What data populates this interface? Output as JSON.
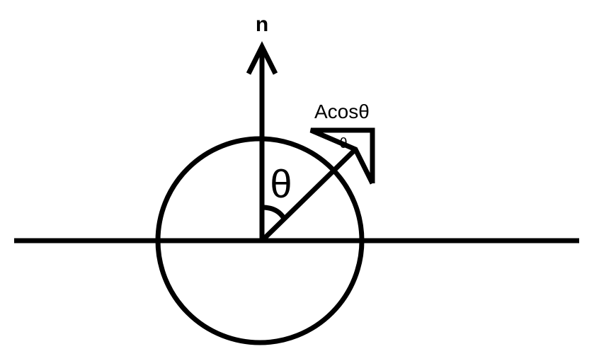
{
  "labels": {
    "normal": "n",
    "angle": "θ",
    "projection": "Acosθ",
    "small_angle": "θ"
  }
}
